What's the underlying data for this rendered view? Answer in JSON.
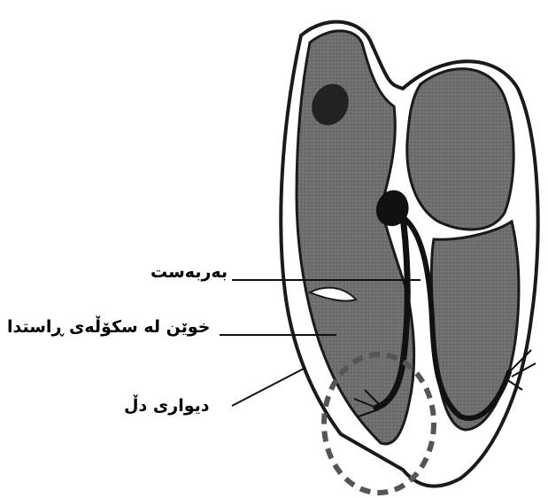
{
  "diagram": {
    "labels": {
      "septum": "بەربەست",
      "blood_right_ventricle": "خوێن لە سکۆڵەی ڕاستدا",
      "heart_wall": "دیواری دڵ"
    }
  },
  "colors": {
    "chamber_fill": "#6e6e6e",
    "outline": "#1a1a1a",
    "tissue": "#ffffff",
    "dashed_circle": "#555555"
  }
}
